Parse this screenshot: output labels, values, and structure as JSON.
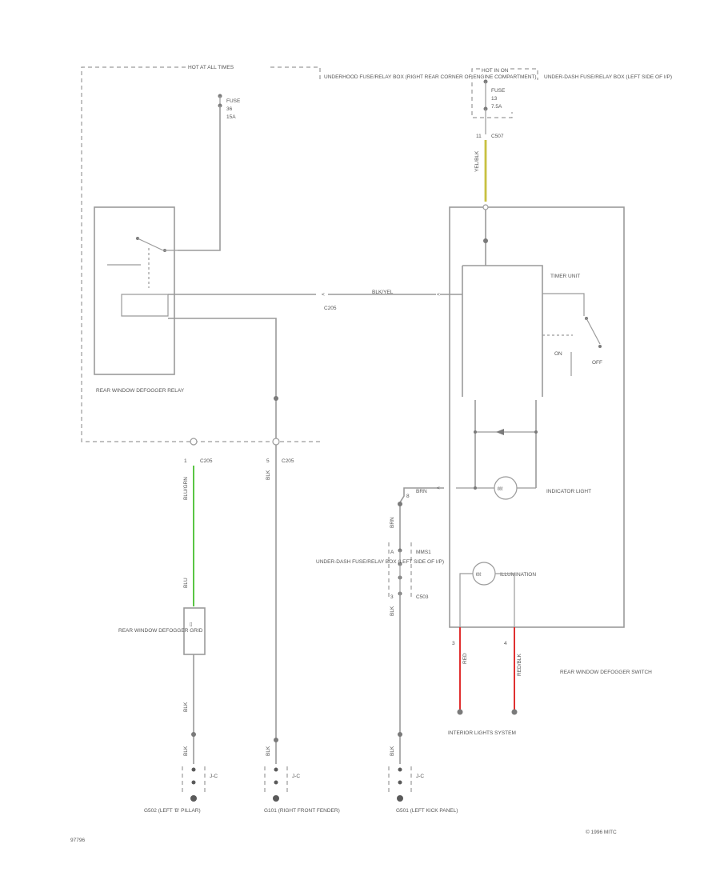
{
  "colors": {
    "wire": "#9a9a9a",
    "green_wire": "#48c030",
    "yellow_wire": "#c8c040",
    "red_wire": "#e03030",
    "background": "#ffffff"
  },
  "boxes": {
    "underhood_fuse_box": "UNDERHOOD FUSE/RELAY BOX (RIGHT REAR CORNER OF ENGINE COMPARTMENT)",
    "underhood_fuse_box_top": "HOT AT ALL TIMES",
    "underdash_fuse_box_top": "HOT IN ON",
    "underdash_fuse_box": "UNDER-DASH FUSE/RELAY BOX (LEFT SIDE OF I/P)",
    "underdash_fuse_box_lower": "UNDER-DASH FUSE/RELAY BOX (LEFT SIDE OF I/P)"
  },
  "fuses": {
    "f1_line1": "FUSE",
    "f1_line2": "36",
    "f1_line3": "15A",
    "f2_line1": "FUSE",
    "f2_line2": "13",
    "f2_line3": "7.5A"
  },
  "connectors": {
    "c_top": "C507",
    "c_mid": "C205",
    "c_left": "C205",
    "c_right": "C205",
    "c_lower": "C503",
    "c_lower_top": "MMS1"
  },
  "pins": {
    "c_top_pin": "11",
    "c_left_pin": "1",
    "c_right_pin": "5",
    "c_lower_pin": "3",
    "c_lower_top_pin": "A",
    "sw_left_pin": "3",
    "sw_right_pin": "4"
  },
  "wires": {
    "wire_top": "YEL/BLK",
    "wire_mid": "BLK/YEL",
    "wire_left_upper": "BLU/GRN",
    "wire_left_lower": "BLU",
    "wire_right": "BLK",
    "wire_ind": "BRN",
    "wire_lower_top": "BRN",
    "wire_lower": "BLK",
    "wire_lower2": "BLK",
    "wire_grd_left": "BLK",
    "wire_grd_left2": "BLK",
    "wire_red_left": "RED",
    "wire_red_right": "RED/BLK"
  },
  "components": {
    "relay": "REAR WINDOW DEFOGGER RELAY",
    "timer": "TIMER UNIT",
    "on": "ON",
    "off": "OFF",
    "indicator": "INDICATOR LIGHT",
    "illumination": "ILLUMINATION",
    "grid": "REAR WINDOW DEFOGGER GRID",
    "switch": "REAR WINDOW DEFOGGER SWITCH",
    "interior": "INTERIOR LIGHTS SYSTEM",
    "g_left_label": "G"
  },
  "grounds": {
    "g1_pin": "J-C",
    "g1": "G502 (LEFT 'B' PILLAR)",
    "g2_pin": "J-C",
    "g2": "G101 (RIGHT FRONT FENDER)",
    "g3_pin": "J-C",
    "g3": "G501 (LEFT KICK PANEL)"
  },
  "footer": {
    "left": "97796",
    "right": "© 1996 MITC"
  }
}
